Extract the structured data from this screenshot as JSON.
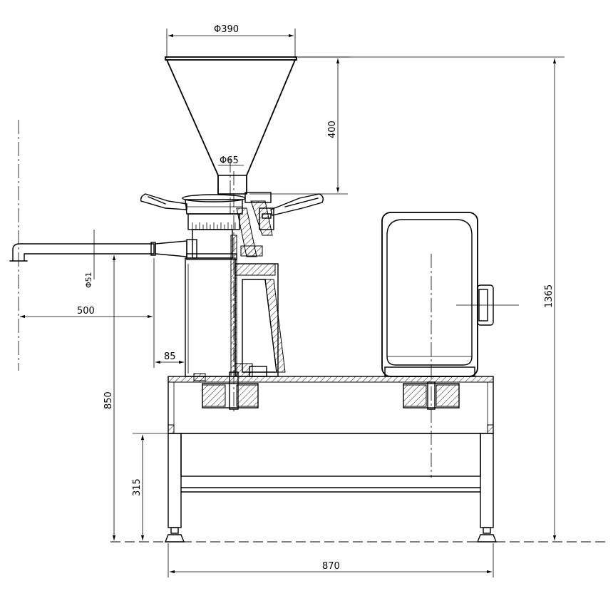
{
  "dimensions": {
    "hopper_diameter": "Φ390",
    "hopper_height": "400",
    "inlet_diameter": "Φ65",
    "outlet_diameter": "Φ51",
    "outlet_reach": "500",
    "outlet_offset": "85",
    "outlet_height": "850",
    "frame_height": "315",
    "total_height": "1365",
    "base_width": "870"
  }
}
